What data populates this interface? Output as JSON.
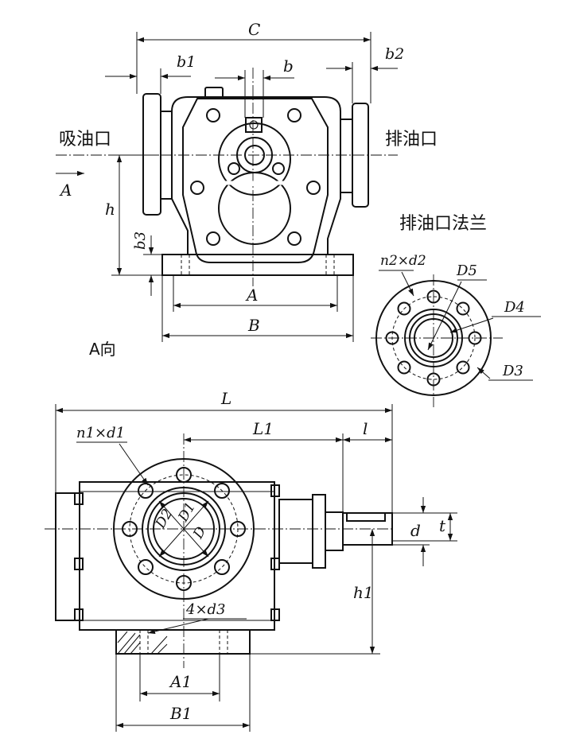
{
  "labels": {
    "C": "C",
    "b1": "b1",
    "b": "b",
    "b2": "b2",
    "suction_port": "吸油口",
    "discharge_port": "排油口",
    "discharge_flange": "排油口法兰",
    "view_arrow_A": "A",
    "h": "h",
    "b3": "b3",
    "A": "A",
    "B": "B",
    "view_A": "A向",
    "n2d2": "n2×d2",
    "D5": "D5",
    "D4": "D4",
    "D3": "D3",
    "L": "L",
    "L1": "L1",
    "l": "l",
    "n1d1": "n1×d1",
    "D1": "D1",
    "D2": "D2",
    "D_inner": "D",
    "d": "d",
    "t": "t",
    "h1": "h1",
    "four_d3": "4×d3",
    "A1": "A1",
    "B1": "B1"
  }
}
